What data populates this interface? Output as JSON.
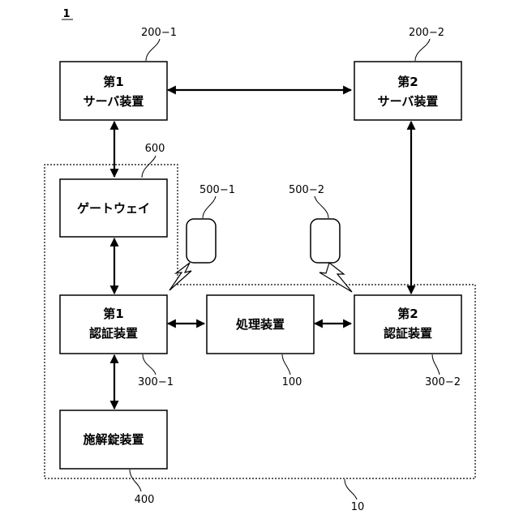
{
  "figure_number": "1",
  "boxes": {
    "server1": {
      "line1": "第1",
      "line2": "サーバ装置",
      "ref": "200−1"
    },
    "server2": {
      "line1": "第2",
      "line2": "サーバ装置",
      "ref": "200−2"
    },
    "gateway": {
      "label": "ゲートウェイ",
      "ref": "600"
    },
    "auth1": {
      "line1": "第1",
      "line2": "認証装置",
      "ref": "300−1"
    },
    "processor": {
      "label": "処理装置",
      "ref": "100"
    },
    "auth2": {
      "line1": "第2",
      "line2": "認証装置",
      "ref": "300−2"
    },
    "lock": {
      "label": "施解錠装置",
      "ref": "400"
    }
  },
  "terminals": [
    {
      "ref": "500−1"
    },
    {
      "ref": "500−2"
    }
  ],
  "system_ref": "10"
}
